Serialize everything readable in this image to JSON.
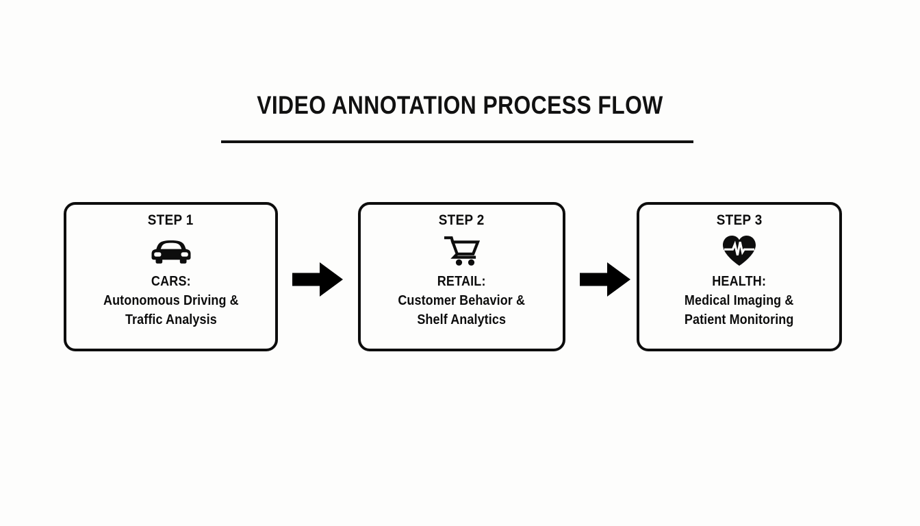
{
  "header": {
    "title": "VIDEO ANNOTATION PROCESS FLOW",
    "rule_color": "#111111"
  },
  "theme": {
    "background": "#fdfdfc",
    "ink": "#0d0d0d",
    "card_border": "#0d0d0d",
    "arrow_fill": "#000000"
  },
  "flow": {
    "steps": [
      {
        "label": "STEP 1",
        "icon": "car-icon",
        "category": "CARS:",
        "desc_line_1": "Autonomous Driving &",
        "desc_line_2": "Traffic Analysis"
      },
      {
        "label": "STEP 2",
        "icon": "shopping-cart-icon",
        "category": "RETAIL:",
        "desc_line_1": "Customer Behavior &",
        "desc_line_2": "Shelf Analytics"
      },
      {
        "label": "STEP 3",
        "icon": "heart-pulse-icon",
        "category": "HEALTH:",
        "desc_line_1": "Medical Imaging &",
        "desc_line_2": "Patient Monitoring"
      }
    ],
    "connectors": [
      {
        "icon": "arrow-right-icon",
        "from": "STEP 1",
        "to": "STEP 2"
      },
      {
        "icon": "arrow-right-icon",
        "from": "STEP 2",
        "to": "STEP 3"
      }
    ]
  }
}
